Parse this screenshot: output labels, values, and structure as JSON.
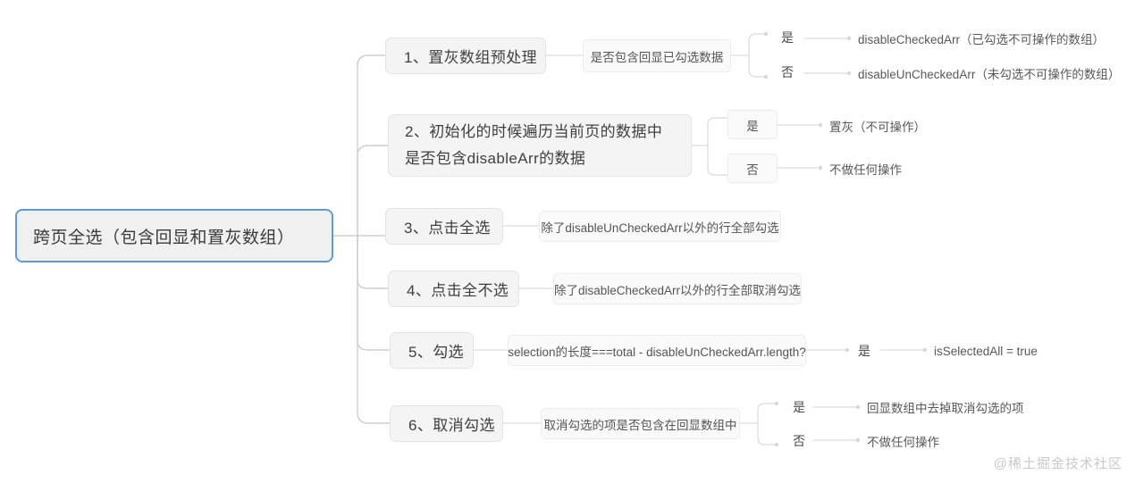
{
  "diagram": {
    "type": "mindmap",
    "watermark": "@稀土掘金技术社区",
    "colors": {
      "root_border": "#5c9bd6",
      "root_fill": "#f0f0f0",
      "node_fill": "#f4f4f4",
      "node_border": "#e4e4e4",
      "sub_fill": "#fafafa",
      "edge": "#cfcfcf",
      "text": "#3f3f3f",
      "watermark": "#c9c9c9",
      "background": "#ffffff"
    },
    "root": {
      "label": "跨页全选（包含回显和置灰数组）"
    },
    "branches": [
      {
        "id": "branch-1",
        "label": "1、置灰数组预处理",
        "children": [
          {
            "id": "branch-1-q",
            "label": "是否包含回显已勾选数据",
            "children": [
              {
                "id": "branch-1-yes",
                "label": "是",
                "leaf": "disableCheckedArr（已勾选不可操作的数组）"
              },
              {
                "id": "branch-1-no",
                "label": "否",
                "leaf": "disableUnCheckedArr（未勾选不可操作的数组）"
              }
            ]
          }
        ]
      },
      {
        "id": "branch-2",
        "label": "2、初始化的时候遍历当前页的数据中是否包含disableArr的数据",
        "children": [
          {
            "id": "branch-2-yes",
            "label": "是",
            "leaf": "置灰（不可操作）"
          },
          {
            "id": "branch-2-no",
            "label": "否",
            "leaf": "不做任何操作"
          }
        ]
      },
      {
        "id": "branch-3",
        "label": "3、点击全选",
        "children": [
          {
            "id": "branch-3-result",
            "label": "除了disableUnCheckedArr以外的行全部勾选"
          }
        ]
      },
      {
        "id": "branch-4",
        "label": "4、点击全不选",
        "children": [
          {
            "id": "branch-4-result",
            "label": "除了disableCheckedArr以外的行全部取消勾选"
          }
        ]
      },
      {
        "id": "branch-5",
        "label": "5、勾选",
        "children": [
          {
            "id": "branch-5-q",
            "label": "selection的长度===total - disableUnCheckedArr.length?",
            "children": [
              {
                "id": "branch-5-yes",
                "label": "是",
                "leaf": "isSelectedAll = true"
              }
            ]
          }
        ]
      },
      {
        "id": "branch-6",
        "label": "6、取消勾选",
        "children": [
          {
            "id": "branch-6-q",
            "label": "取消勾选的项是否包含在回显数组中",
            "children": [
              {
                "id": "branch-6-yes",
                "label": "是",
                "leaf": "回显数组中去掉取消勾选的项"
              },
              {
                "id": "branch-6-no",
                "label": "否",
                "leaf": "不做任何操作"
              }
            ]
          }
        ]
      }
    ]
  }
}
